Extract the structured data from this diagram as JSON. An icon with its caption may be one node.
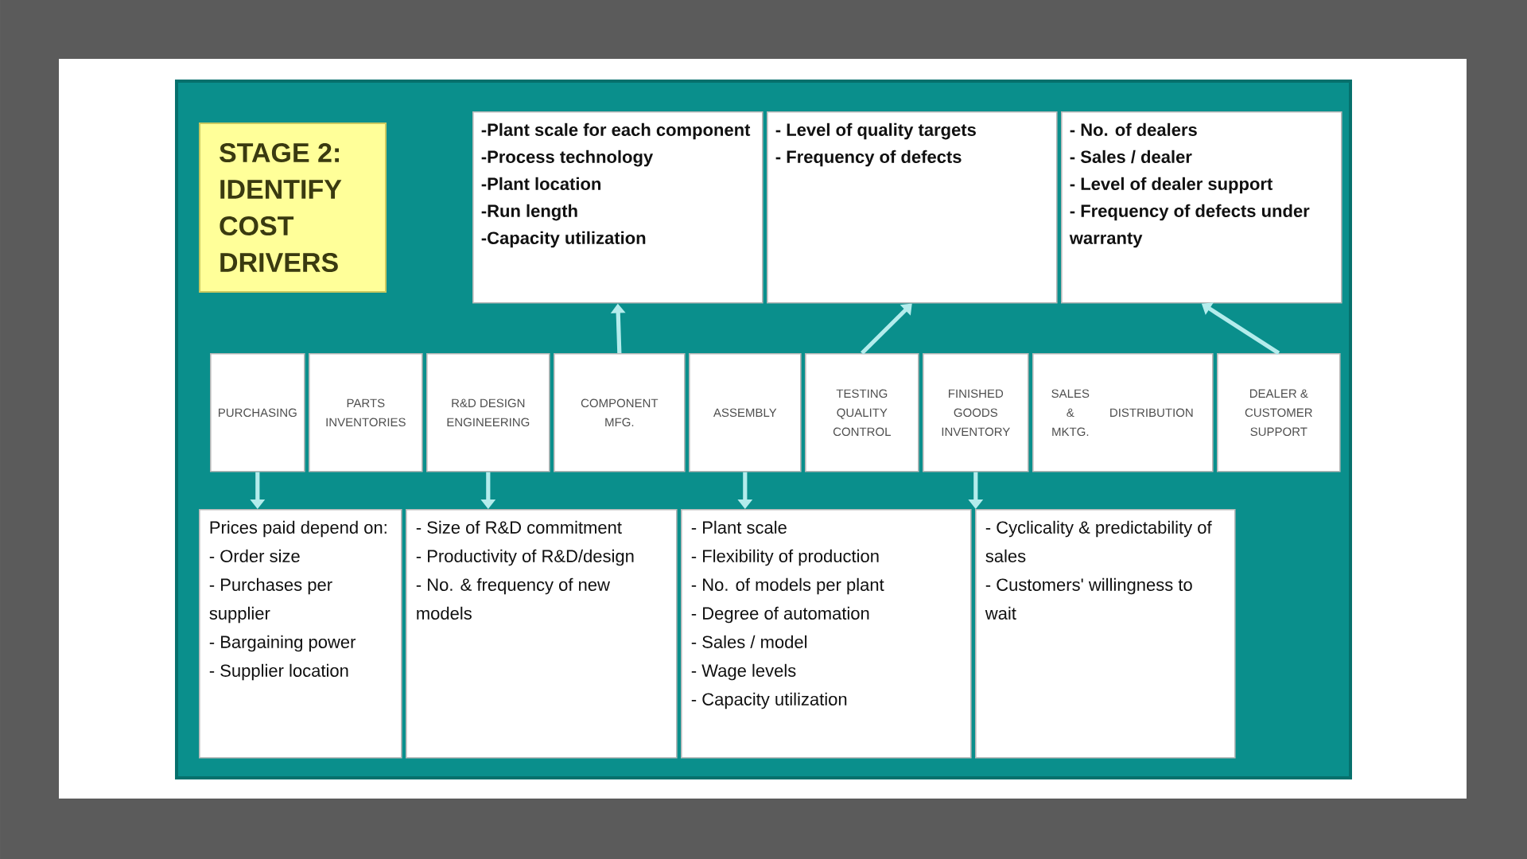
{
  "diagram": {
    "nodes": [
      {
        "text": [
          "STAGE 2: IDENTIFY COST DRIVERS"
        ]
      },
      {
        "text": [
          "-Plant scale for each component",
          "-Process technology",
          "-Plant location",
          "-Run length",
          "-Capacity utilization"
        ]
      },
      {
        "text": [
          "- Level of quality targets",
          "- Frequency of defects"
        ]
      },
      {
        "text": [
          "- No. of dealers",
          "- Sales / dealer",
          "- Level of dealer support",
          "- Frequency of defects under warranty"
        ]
      },
      {
        "text": [
          "PURCHASING"
        ]
      },
      {
        "text": [
          "PARTS INVENTORIES"
        ]
      },
      {
        "text": [
          "R&D DESIGN ENGINEERING"
        ]
      },
      {
        "text": [
          "COMPONENT MFG."
        ]
      },
      {
        "text": [
          "ASSEMBLY"
        ]
      },
      {
        "text": [
          "TESTING QUALITY CONTROL"
        ]
      },
      {
        "text": [
          "FINISHED GOODS INVENTORY"
        ]
      },
      {
        "text": [
          "SALES & MKTG.",
          "DISTRIBUTION"
        ]
      },
      {
        "text": [
          "DEALER & CUSTOMER SUPPORT"
        ]
      },
      {
        "text": [
          "Prices paid depend on:",
          "- Order size",
          "- Purchases per supplier",
          "- Bargaining power",
          "- Supplier location"
        ]
      },
      {
        "text": [
          "- Size of R&D commitment",
          "- Productivity of R&D/design",
          "- No. & frequency of new models"
        ]
      },
      {
        "text": [
          "- Plant scale",
          "- Flexibility of production",
          "- No. of models per plant",
          "- Degree of automation",
          "- Sales / model",
          "- Wage levels",
          "- Capacity utilization"
        ]
      },
      {
        "text": [
          "- Cyclicality & predictability of sales",
          "- Customers' willingness to wait"
        ]
      }
    ],
    "edges": [
      {
        "from": 7,
        "to": 1,
        "arrow": "to"
      },
      {
        "from": 9,
        "to": 2,
        "arrow": "to"
      },
      {
        "from": 12,
        "to": 3,
        "arrow": "to"
      },
      {
        "from": 4,
        "to": 13,
        "arrow": "to"
      },
      {
        "from": 6,
        "to": 14,
        "arrow": "to"
      },
      {
        "from": 8,
        "to": 15,
        "arrow": "to"
      },
      {
        "from": 10,
        "to": 16,
        "arrow": "to"
      }
    ]
  }
}
